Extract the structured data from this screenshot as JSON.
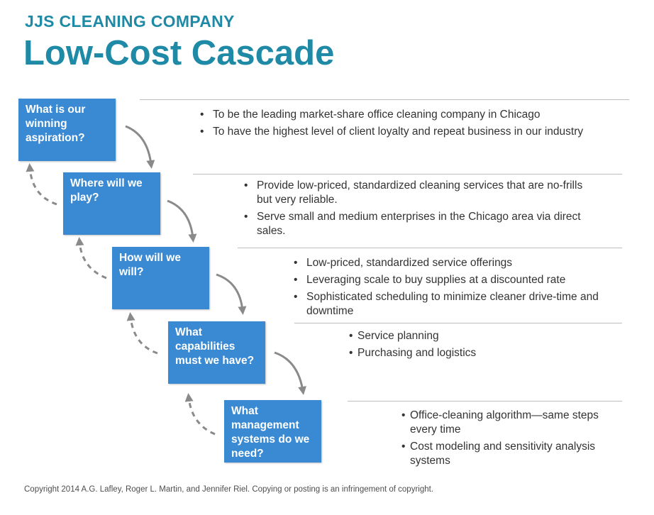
{
  "header": {
    "company": "JJS CLEANING COMPANY",
    "title": "Low-Cost Cascade"
  },
  "colors": {
    "accent": "#1f8aa6",
    "box": "#3a8ad3",
    "arrow": "#8a8a8a"
  },
  "steps": [
    {
      "question": "What is our winning aspiration?",
      "bullets": [
        "To be the leading market-share office cleaning company in Chicago",
        "To have the highest level of client loyalty and repeat business in our industry"
      ]
    },
    {
      "question": "Where will we play?",
      "bullets": [
        "Provide low-priced, standardized cleaning services that are no-frills but very reliable.",
        "Serve small and medium enterprises in the Chicago area via direct sales."
      ]
    },
    {
      "question": "How will we will?",
      "bullets": [
        "Low-priced, standardized service offerings",
        "Leveraging scale to buy supplies at a discounted rate",
        "Sophisticated scheduling to minimize cleaner drive-time and downtime"
      ]
    },
    {
      "question": "What capabilities must we have?",
      "bullets": [
        "Service planning",
        "Purchasing and logistics"
      ]
    },
    {
      "question": "What management systems do we need?",
      "bullets": [
        "Office-cleaning algorithm—same steps every time",
        "Cost modeling and sensitivity analysis systems"
      ]
    }
  ],
  "footer": {
    "copyright": "Copyright 2014 A.G. Lafley, Roger L. Martin, and Jennifer Riel. Copying or posting is an infringement of copyright."
  }
}
